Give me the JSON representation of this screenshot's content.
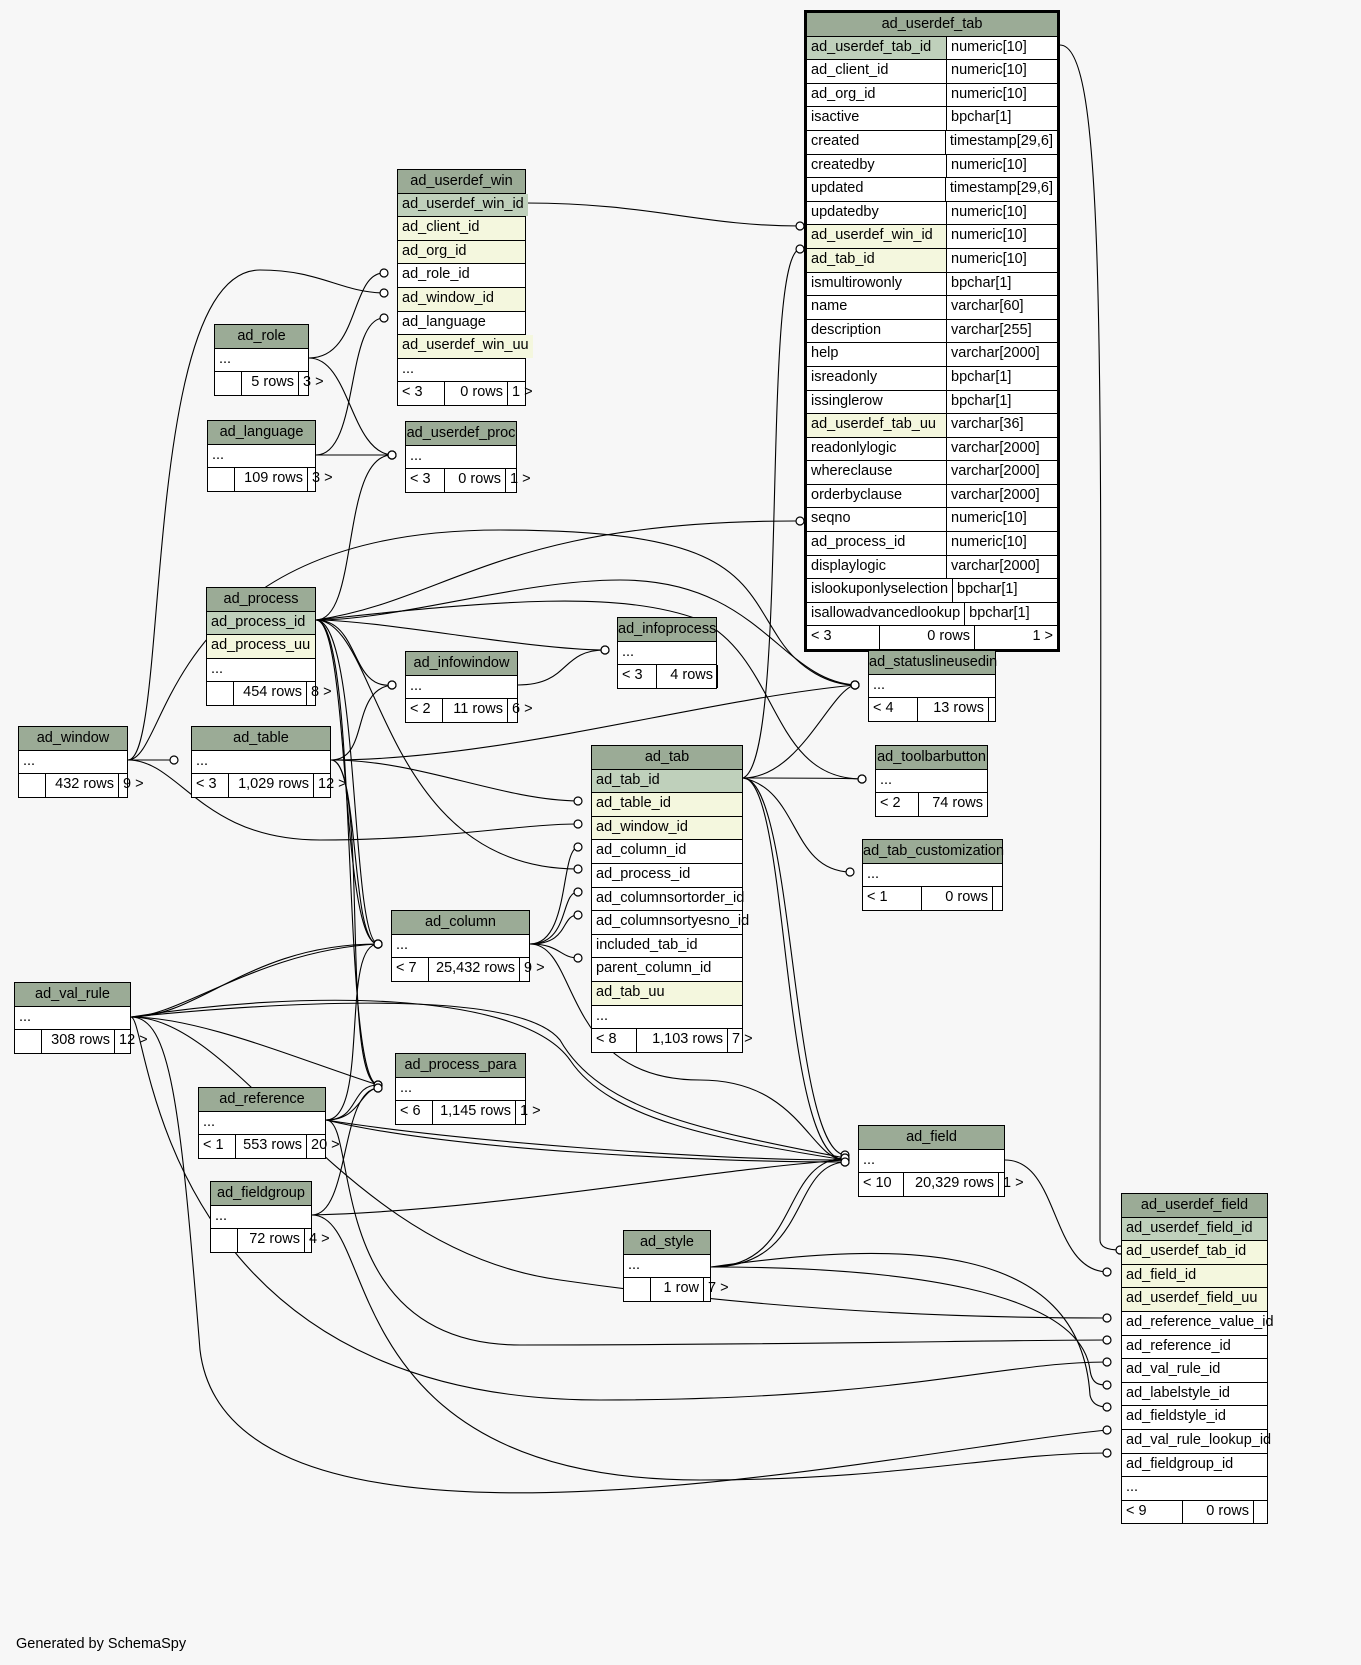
{
  "generated_by": "Generated by SchemaSpy",
  "tables": [
    {
      "name": "ad_userdef_tab",
      "bold": true,
      "cols": [
        {
          "n": "ad_userdef_tab_id",
          "t": "numeric[10]",
          "k": "pk"
        },
        {
          "n": "ad_client_id",
          "t": "numeric[10]"
        },
        {
          "n": "ad_org_id",
          "t": "numeric[10]"
        },
        {
          "n": "isactive",
          "t": "bpchar[1]"
        },
        {
          "n": "created",
          "t": "timestamp[29,6]"
        },
        {
          "n": "createdby",
          "t": "numeric[10]"
        },
        {
          "n": "updated",
          "t": "timestamp[29,6]"
        },
        {
          "n": "updatedby",
          "t": "numeric[10]"
        },
        {
          "n": "ad_userdef_win_id",
          "t": "numeric[10]",
          "k": "fk"
        },
        {
          "n": "ad_tab_id",
          "t": "numeric[10]",
          "k": "fk"
        },
        {
          "n": "ismultirowonly",
          "t": "bpchar[1]"
        },
        {
          "n": "name",
          "t": "varchar[60]"
        },
        {
          "n": "description",
          "t": "varchar[255]"
        },
        {
          "n": "help",
          "t": "varchar[2000]"
        },
        {
          "n": "isreadonly",
          "t": "bpchar[1]"
        },
        {
          "n": "issinglerow",
          "t": "bpchar[1]"
        },
        {
          "n": "ad_userdef_tab_uu",
          "t": "varchar[36]",
          "k": "fk"
        },
        {
          "n": "readonlylogic",
          "t": "varchar[2000]"
        },
        {
          "n": "whereclause",
          "t": "varchar[2000]"
        },
        {
          "n": "orderbyclause",
          "t": "varchar[2000]"
        },
        {
          "n": "seqno",
          "t": "numeric[10]"
        },
        {
          "n": "ad_process_id",
          "t": "numeric[10]"
        },
        {
          "n": "displaylogic",
          "t": "varchar[2000]"
        },
        {
          "n": "islookuponlyselection",
          "t": "bpchar[1]"
        },
        {
          "n": "isallowadvancedlookup",
          "t": "bpchar[1]"
        }
      ],
      "footer": [
        "< 3",
        "0 rows",
        "1 >"
      ]
    },
    {
      "name": "ad_userdef_win",
      "cols": [
        {
          "n": "ad_userdef_win_id",
          "k": "pk"
        },
        {
          "n": "ad_client_id",
          "k": "fk"
        },
        {
          "n": "ad_org_id",
          "k": "fk"
        },
        {
          "n": "ad_role_id"
        },
        {
          "n": "ad_window_id",
          "k": "fk"
        },
        {
          "n": "ad_language"
        },
        {
          "n": "ad_userdef_win_uu",
          "k": "fk"
        },
        {
          "n": "..."
        }
      ],
      "footer": [
        "< 3",
        "0 rows",
        "1 >"
      ]
    },
    {
      "name": "ad_role",
      "cols": [
        {
          "n": "..."
        }
      ],
      "footer": [
        "",
        "5 rows",
        "3 >"
      ]
    },
    {
      "name": "ad_language",
      "cols": [
        {
          "n": "..."
        }
      ],
      "footer": [
        "",
        "109 rows",
        "3 >"
      ]
    },
    {
      "name": "ad_userdef_proc",
      "cols": [
        {
          "n": "..."
        }
      ],
      "footer": [
        "< 3",
        "0 rows",
        "1 >"
      ]
    },
    {
      "name": "ad_process",
      "cols": [
        {
          "n": "ad_process_id",
          "k": "pk"
        },
        {
          "n": "ad_process_uu",
          "k": "fk"
        },
        {
          "n": "..."
        }
      ],
      "footer": [
        "",
        "454 rows",
        "8 >"
      ]
    },
    {
      "name": "ad_infoprocess",
      "cols": [
        {
          "n": "..."
        }
      ],
      "footer": [
        "< 3",
        "4 rows",
        ""
      ]
    },
    {
      "name": "ad_infowindow",
      "cols": [
        {
          "n": "..."
        }
      ],
      "footer": [
        "< 2",
        "11 rows",
        "6 >"
      ]
    },
    {
      "name": "ad_statuslineusedin",
      "cols": [
        {
          "n": "..."
        }
      ],
      "footer": [
        "< 4",
        "13 rows",
        ""
      ]
    },
    {
      "name": "ad_window",
      "cols": [
        {
          "n": "..."
        }
      ],
      "footer": [
        "",
        "432 rows",
        "9 >"
      ]
    },
    {
      "name": "ad_table",
      "cols": [
        {
          "n": "..."
        }
      ],
      "footer": [
        "< 3",
        "1,029 rows",
        "12 >"
      ]
    },
    {
      "name": "ad_tab",
      "cols": [
        {
          "n": "ad_tab_id",
          "k": "pk"
        },
        {
          "n": "ad_table_id",
          "k": "fk"
        },
        {
          "n": "ad_window_id",
          "k": "fk"
        },
        {
          "n": "ad_column_id"
        },
        {
          "n": "ad_process_id"
        },
        {
          "n": "ad_columnsortorder_id"
        },
        {
          "n": "ad_columnsortyesno_id"
        },
        {
          "n": "included_tab_id"
        },
        {
          "n": "parent_column_id"
        },
        {
          "n": "ad_tab_uu",
          "k": "fk"
        },
        {
          "n": "..."
        }
      ],
      "footer": [
        "< 8",
        "1,103 rows",
        "7 >"
      ]
    },
    {
      "name": "ad_toolbarbutton",
      "cols": [
        {
          "n": "..."
        }
      ],
      "footer": [
        "< 2",
        "74 rows",
        ""
      ]
    },
    {
      "name": "ad_tab_customization",
      "cols": [
        {
          "n": "..."
        }
      ],
      "footer": [
        "< 1",
        "0 rows",
        ""
      ]
    },
    {
      "name": "ad_column",
      "cols": [
        {
          "n": "..."
        }
      ],
      "footer": [
        "< 7",
        "25,432 rows",
        "9 >"
      ]
    },
    {
      "name": "ad_val_rule",
      "cols": [
        {
          "n": "..."
        }
      ],
      "footer": [
        "",
        "308 rows",
        "12 >"
      ]
    },
    {
      "name": "ad_process_para",
      "cols": [
        {
          "n": "..."
        }
      ],
      "footer": [
        "< 6",
        "1,145 rows",
        "1 >"
      ]
    },
    {
      "name": "ad_reference",
      "cols": [
        {
          "n": "..."
        }
      ],
      "footer": [
        "< 1",
        "553 rows",
        "20 >"
      ]
    },
    {
      "name": "ad_field",
      "cols": [
        {
          "n": "..."
        }
      ],
      "footer": [
        "< 10",
        "20,329 rows",
        "1 >"
      ]
    },
    {
      "name": "ad_fieldgroup",
      "cols": [
        {
          "n": "..."
        }
      ],
      "footer": [
        "",
        "72 rows",
        "4 >"
      ]
    },
    {
      "name": "ad_style",
      "cols": [
        {
          "n": "..."
        }
      ],
      "footer": [
        "",
        "1 row",
        "7 >"
      ]
    },
    {
      "name": "ad_userdef_field",
      "cols": [
        {
          "n": "ad_userdef_field_id",
          "k": "pk"
        },
        {
          "n": "ad_userdef_tab_id",
          "k": "fk"
        },
        {
          "n": "ad_field_id",
          "k": "fk"
        },
        {
          "n": "ad_userdef_field_uu",
          "k": "fk"
        },
        {
          "n": "ad_reference_value_id"
        },
        {
          "n": "ad_reference_id"
        },
        {
          "n": "ad_val_rule_id"
        },
        {
          "n": "ad_labelstyle_id"
        },
        {
          "n": "ad_fieldstyle_id"
        },
        {
          "n": "ad_val_rule_lookup_id"
        },
        {
          "n": "ad_fieldgroup_id"
        },
        {
          "n": "..."
        }
      ],
      "footer": [
        "< 9",
        "0 rows",
        ""
      ]
    }
  ]
}
